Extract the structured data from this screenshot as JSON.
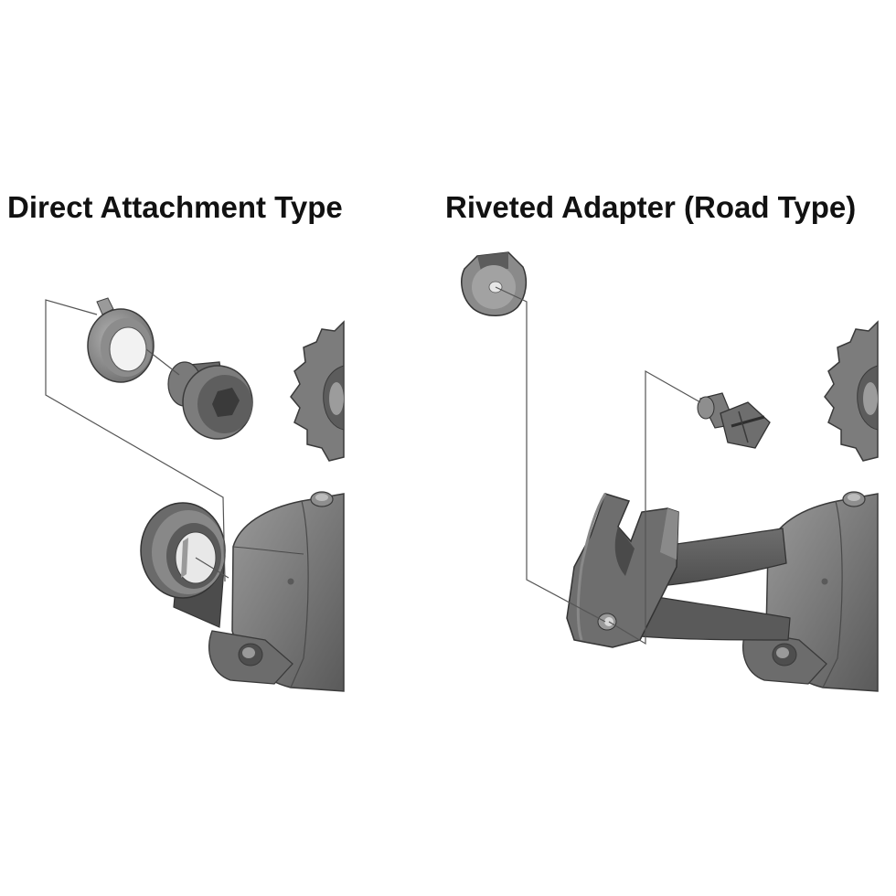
{
  "panels": {
    "left": {
      "title": "Direct Attachment Type",
      "parts": [
        "lock-ring-washer",
        "mounting-bushing",
        "derailleur-mount-eye",
        "derailleur-body"
      ]
    },
    "right": {
      "title": "Riveted Adapter (Road Type)",
      "parts": [
        "adapter-cap",
        "hanger-pin-bolt",
        "riveted-adapter-bracket",
        "derailleur-body"
      ]
    }
  },
  "colors": {
    "background": "#ffffff",
    "metal_dark": "#5f5f5f",
    "metal_mid": "#808080",
    "metal_light": "#a6a6a6",
    "outline": "#3a3a3a",
    "leader_line": "#555555"
  }
}
